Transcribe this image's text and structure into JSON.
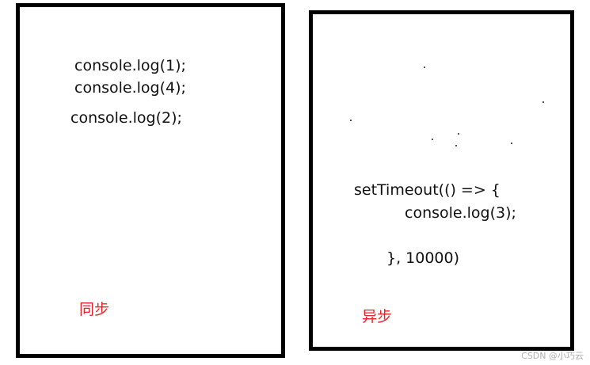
{
  "sync": {
    "lines": [
      "console.log(1);",
      "console.log(4);",
      "console.log(2);"
    ],
    "label": "同步"
  },
  "async": {
    "lines": [
      "setTimeout(() => {",
      "console.log(3);",
      "}, 10000)"
    ],
    "label": "异步"
  },
  "watermark": "CSDN @小巧云",
  "colors": {
    "label": "#e8232a",
    "border": "#000000"
  }
}
